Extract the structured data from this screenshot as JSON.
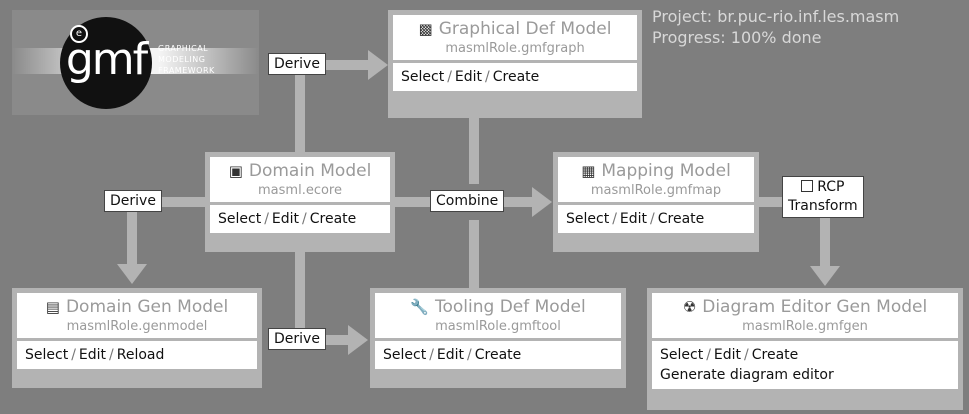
{
  "logo": {
    "mark": "gmf",
    "e_mark": "e",
    "lines": [
      "GRAPHICAL",
      "MODELING",
      "FRAMEWORK"
    ]
  },
  "status": {
    "project": "Project: br.puc-rio.inf.les.masm",
    "progress": "Progress: 100% done"
  },
  "colors": {
    "background": "#7e7e7e",
    "node_border": "#b3b3b3",
    "connector": "#b3b3b3",
    "title_text": "#9a9a9a"
  },
  "nodes": {
    "graphical_def": {
      "icon": "graphical-def-icon",
      "title": "Graphical Def Model",
      "file": "masmlRole.gmfgraph",
      "actions": [
        "Select",
        "Edit",
        "Create"
      ]
    },
    "domain": {
      "icon": "domain-model-icon",
      "title": "Domain Model",
      "file": "masml.ecore",
      "actions": [
        "Select",
        "Edit",
        "Create"
      ]
    },
    "mapping": {
      "icon": "mapping-model-icon",
      "title": "Mapping Model",
      "file": "masmlRole.gmfmap",
      "actions": [
        "Select",
        "Edit",
        "Create"
      ]
    },
    "domain_gen": {
      "icon": "domain-gen-model-icon",
      "title": "Domain Gen Model",
      "file": "masmlRole.genmodel",
      "actions": [
        "Select",
        "Edit",
        "Reload"
      ]
    },
    "tooling_def": {
      "icon": "wrench-icon",
      "title": "Tooling Def Model",
      "file": "masmlRole.gmftool",
      "actions": [
        "Select",
        "Edit",
        "Create"
      ]
    },
    "diagram_gen": {
      "icon": "radiation-icon",
      "title": "Diagram Editor Gen Model",
      "file": "masmlRole.gmfgen",
      "actions": [
        "Select",
        "Edit",
        "Create"
      ],
      "extra_action": "Generate diagram editor"
    }
  },
  "labels": {
    "derive": "Derive",
    "combine": "Combine",
    "rcp": "RCP",
    "transform": "Transform"
  },
  "separator": "/"
}
